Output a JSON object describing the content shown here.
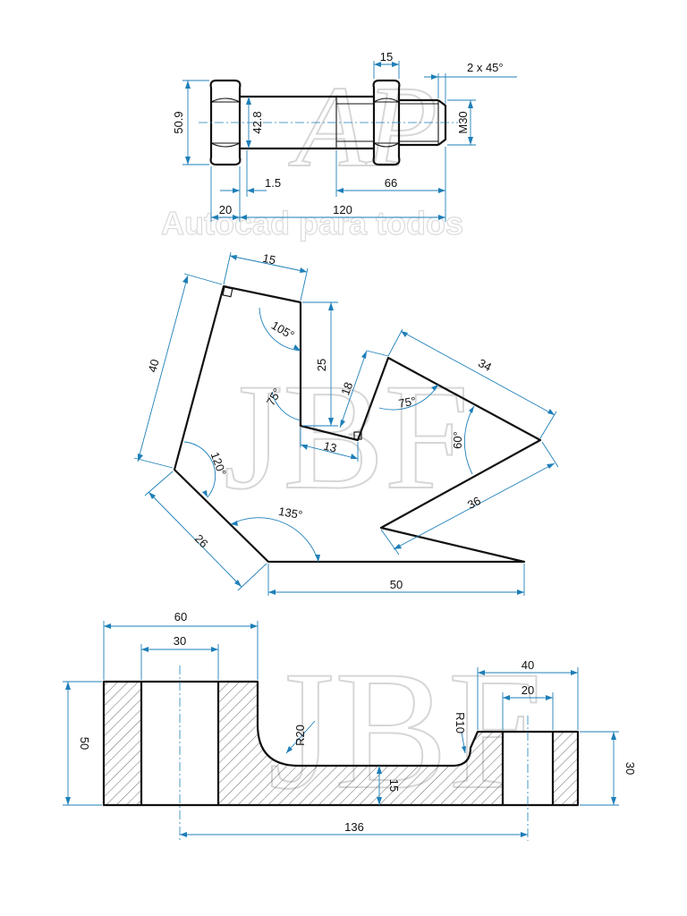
{
  "watermark": {
    "monogram": "JBF",
    "ap": "AP",
    "tagline": "Autocad para todos"
  },
  "bolt_view": {
    "head_height": "50.9",
    "thread_width": "15",
    "chamfer": "2 x 45°",
    "shank_diameter": "42.8",
    "thread_size": "M30",
    "head_length": "20",
    "step": "1.5",
    "thread_length": "66",
    "bolt_length": "120"
  },
  "angle_view": {
    "top_edge": "15",
    "angle_105": "105°",
    "left_edge": "40",
    "notch_depth": "25",
    "angle_75_notch": "75°",
    "notch_right": "18",
    "notch_bottom": "13",
    "angle_75_right": "75°",
    "edge_34": "34",
    "angle_60": "60°",
    "angle_120": "120°",
    "edge_36": "36",
    "angle_135": "135°",
    "edge_26": "26",
    "base": "50"
  },
  "section_view": {
    "left_width": "60",
    "left_hole": "30",
    "left_height": "50",
    "radius_20": "R20",
    "radius_10": "R10",
    "right_width": "40",
    "right_hole": "20",
    "right_height": "30",
    "web_thickness": "15",
    "center_distance": "136"
  }
}
